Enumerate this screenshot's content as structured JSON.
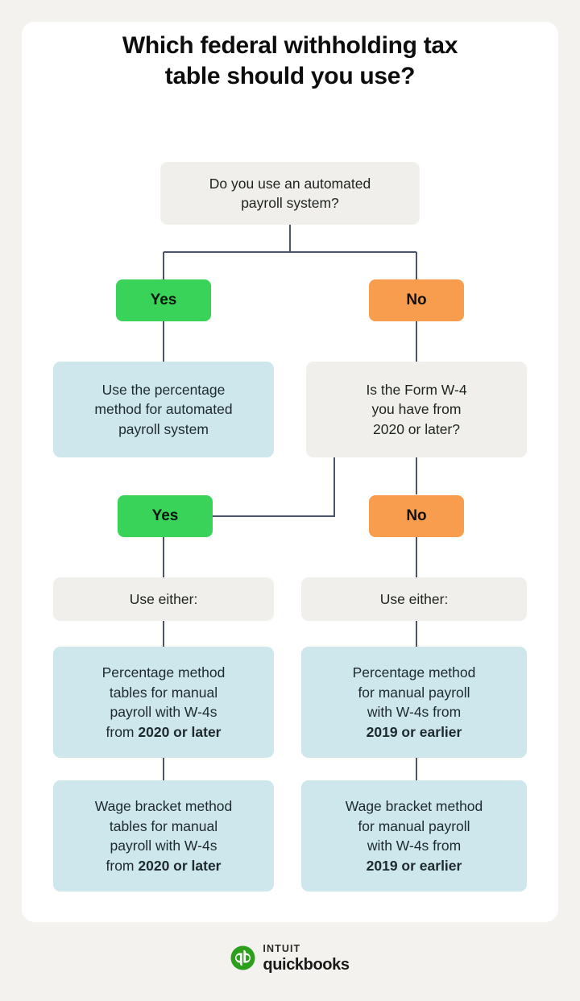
{
  "page": {
    "background": "#f3f2ee",
    "card_background": "#ffffff"
  },
  "title": {
    "line1": "Which federal withholding tax",
    "line2": "table should you use?"
  },
  "colors": {
    "gray_box": "#f0efeb",
    "blue_box": "#cde7ec",
    "yes_green": "#3ad359",
    "no_orange": "#f89d4d",
    "connector": "#4a5568",
    "logo_green": "#2ca01c"
  },
  "flow": {
    "root_question": "Do you use an automated\npayroll system?",
    "root_question_l1": "Do you use an automated",
    "root_question_l2": "payroll system?",
    "branch1_yes": "Yes",
    "branch1_no": "No",
    "yes_result_l1": "Use the percentage",
    "yes_result_l2": "method for automated",
    "yes_result_l3": "payroll system",
    "w4_question_l1": "Is the Form W-4",
    "w4_question_l2": "you have from",
    "w4_question_l3": "2020 or later?",
    "branch2_yes": "Yes",
    "branch2_no": "No",
    "use_either_left": "Use either:",
    "use_either_right": "Use either:",
    "left_pct_l1": "Percentage method",
    "left_pct_l2": "tables for manual",
    "left_pct_l3": "payroll with W-4s",
    "left_pct_l4_plain": "from ",
    "left_pct_l4_bold": "2020 or later",
    "left_wage_l1": "Wage bracket method",
    "left_wage_l2": "tables for manual",
    "left_wage_l3": "payroll with W-4s",
    "left_wage_l4_plain": "from ",
    "left_wage_l4_bold": "2020 or later",
    "right_pct_l1": "Percentage method",
    "right_pct_l2": "for manual payroll",
    "right_pct_l3": "with W-4s from",
    "right_pct_l4_bold": "2019 or earlier",
    "right_wage_l1": "Wage bracket method",
    "right_wage_l2": "for manual payroll",
    "right_wage_l3": "with W-4s from",
    "right_wage_l4_bold": "2019 or earlier"
  },
  "footer": {
    "brand_top": "Intuit",
    "brand_main": "quickbooks",
    "logo_monogram": "qb"
  }
}
